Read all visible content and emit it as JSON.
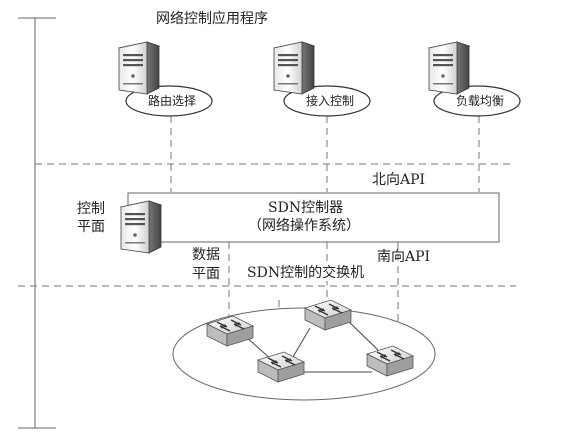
{
  "diagram": {
    "app_layer_title": "网络控制应用程序",
    "apps": [
      {
        "label": "路由选择"
      },
      {
        "label": "接入控制"
      },
      {
        "label": "负载均衡"
      }
    ],
    "northbound_label": "北向API",
    "control_plane_label_1": "控制",
    "control_plane_label_2": "平面",
    "controller_title": "SDN控制器",
    "controller_subtitle": "（网络操作系统）",
    "data_plane_label_1": "数据",
    "data_plane_label_2": "平面",
    "switches_label": "SDN控制的交换机",
    "southbound_label": "南向API",
    "icons": [
      "server-icon",
      "switch-icon"
    ]
  }
}
